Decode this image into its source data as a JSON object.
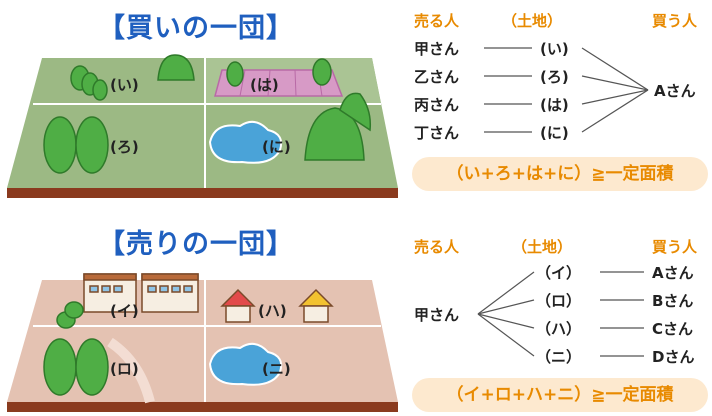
{
  "colors": {
    "title_blue": "#1f5fbf",
    "header_orange": "#e88a00",
    "formula_bg": "#fde9cf",
    "land_green": "#9cb984",
    "land_pink": "#e4c2b2",
    "board_brown": "#8a3a1e",
    "tree_green": "#3f9a3a"
  },
  "kaino": {
    "title": "【買いの一団】",
    "header": {
      "seller": "売る人",
      "land": "（土地）",
      "buyer": "買う人"
    },
    "rows": [
      {
        "seller": "甲さん",
        "lot": "(い)"
      },
      {
        "seller": "乙さん",
        "lot": "(ろ)"
      },
      {
        "seller": "丙さん",
        "lot": "(は)"
      },
      {
        "seller": "丁さん",
        "lot": "(に)"
      }
    ],
    "buyer": "Aさん",
    "plots": [
      "(い)",
      "(は)",
      "(ろ)",
      "(に)"
    ],
    "formula": "（い+ろ+は+に）≧一定面積"
  },
  "urino": {
    "title": "【売りの一団】",
    "header": {
      "seller": "売る人",
      "land": "（土地）",
      "buyer": "買う人"
    },
    "seller": "甲さん",
    "rows": [
      {
        "lot": "（イ）",
        "buyer": "Aさん"
      },
      {
        "lot": "（ロ）",
        "buyer": "Bさん"
      },
      {
        "lot": "（ハ）",
        "buyer": "Cさん"
      },
      {
        "lot": "（ニ）",
        "buyer": "Dさん"
      }
    ],
    "plots": [
      "(イ)",
      "(ハ)",
      "(ロ)",
      "(ニ)"
    ],
    "formula": "（イ+ロ+ハ+ニ）≧一定面積"
  }
}
